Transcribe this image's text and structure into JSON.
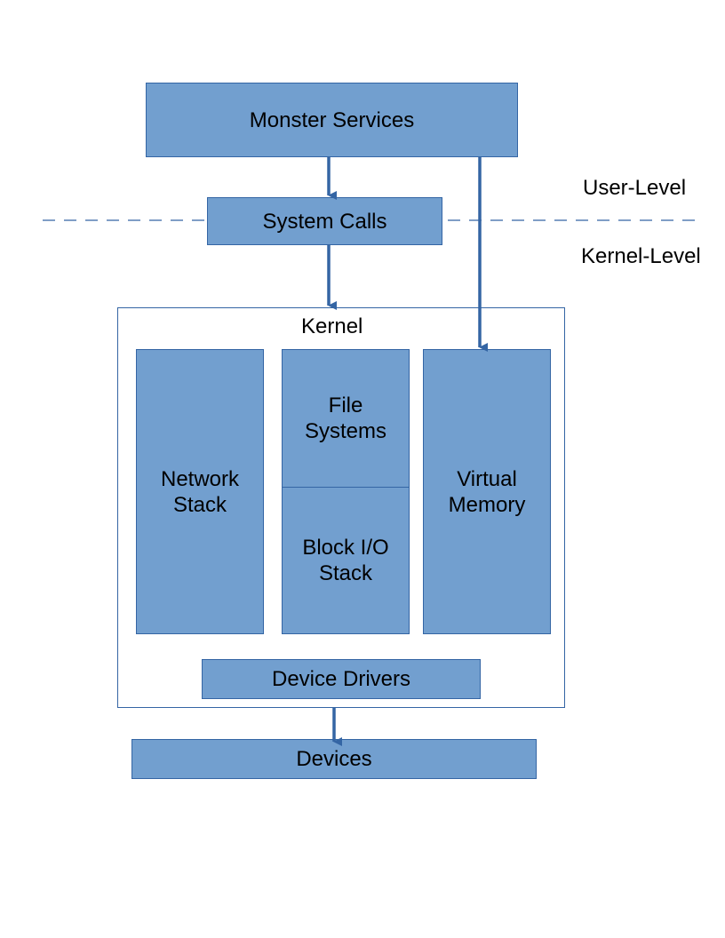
{
  "diagram": {
    "nodes": {
      "monster_services": "Monster Services",
      "system_calls": "System Calls",
      "kernel": "Kernel",
      "network_stack": [
        "Network",
        "Stack"
      ],
      "file_systems": [
        "File",
        "Systems"
      ],
      "block_io_stack": [
        "Block I/O",
        "Stack"
      ],
      "virtual_memory": [
        "Virtual",
        "Memory"
      ],
      "device_drivers": "Device Drivers",
      "devices": "Devices"
    },
    "levels": {
      "user": "User-Level",
      "kernel": "Kernel-Level"
    },
    "colors": {
      "box_fill": "#729fcf",
      "box_border": "#3465a4",
      "arrow": "#3465a4"
    },
    "edges": [
      {
        "from": "Monster Services",
        "to": "System Calls"
      },
      {
        "from": "System Calls",
        "to": "Kernel"
      },
      {
        "from": "Monster Services",
        "to": "Virtual Memory"
      },
      {
        "from": "Kernel",
        "to": "Devices"
      }
    ]
  }
}
